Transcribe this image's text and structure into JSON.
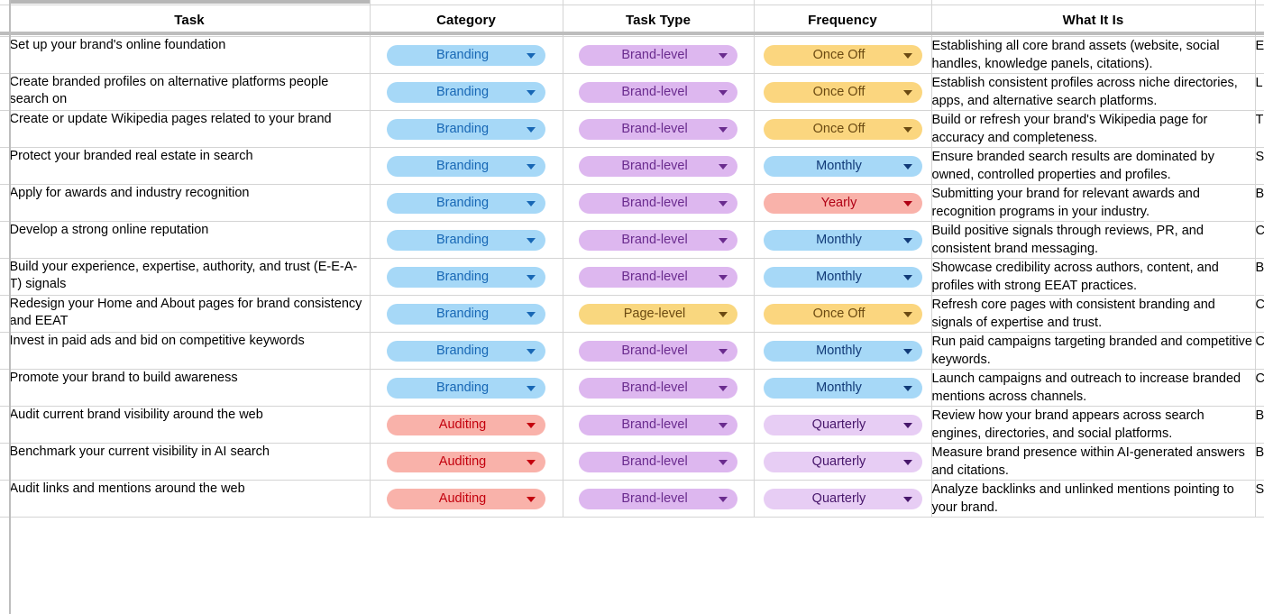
{
  "app": {
    "type": "spreadsheet-table",
    "frozen_header": true,
    "frozen_first_column": true
  },
  "colors": {
    "grid_line": "#d4d4d4",
    "freeze_bar": "#bdbdbd",
    "branding_bg": "#a6d8f7",
    "branding_fg": "#1767b5",
    "auditing_bg": "#f9b2aa",
    "auditing_fg": "#c3000d",
    "brand_level_bg": "#ddb7ef",
    "brand_level_fg": "#6a2b8e",
    "page_level_bg": "#f9d77f",
    "page_level_fg": "#6b4a12",
    "once_off_bg": "#fbd67f",
    "once_off_fg": "#6b4a12",
    "monthly_bg": "#a6d8f7",
    "monthly_fg": "#113a78",
    "yearly_bg": "#f9b2aa",
    "yearly_fg": "#b00014",
    "quarterly_bg": "#e7cdf4",
    "quarterly_fg": "#47166b"
  },
  "table": {
    "headers": {
      "task": "Task",
      "category": "Category",
      "task_type": "Task Type",
      "frequency": "Frequency",
      "what_it_is": "What It Is"
    },
    "rows": [
      {
        "task": "Set up your brand's online foundation",
        "category": "Branding",
        "task_type": "Brand-level",
        "frequency": "Once Off",
        "what_it_is": "Establishing all core brand assets (website, social handles, knowledge panels, citations).",
        "next": "E"
      },
      {
        "task": "Create branded profiles on alternative platforms people search on",
        "category": "Branding",
        "task_type": "Brand-level",
        "frequency": "Once Off",
        "what_it_is": "Establish consistent profiles across niche directories, apps, and alternative search platforms.",
        "next": "L"
      },
      {
        "task": "Create or update Wikipedia pages related to your brand",
        "category": "Branding",
        "task_type": "Brand-level",
        "frequency": "Once Off",
        "what_it_is": "Build or refresh your brand's Wikipedia page for accuracy and completeness.",
        "next": "T"
      },
      {
        "task": "Protect your branded real estate in search",
        "category": "Branding",
        "task_type": "Brand-level",
        "frequency": "Monthly",
        "what_it_is": "Ensure branded search results are dominated by owned, controlled properties and profiles.",
        "next": "S"
      },
      {
        "task": "Apply for awards and industry recognition",
        "category": "Branding",
        "task_type": "Brand-level",
        "frequency": "Yearly",
        "what_it_is": "Submitting your brand for relevant awards and recognition programs in your industry.",
        "next": "B"
      },
      {
        "task": "Develop a strong online reputation",
        "category": "Branding",
        "task_type": "Brand-level",
        "frequency": "Monthly",
        "what_it_is": "Build positive signals through reviews, PR, and consistent brand messaging.",
        "next": "C"
      },
      {
        "task": "Build your experience, expertise, authority, and trust (E-E-A-T) signals",
        "category": "Branding",
        "task_type": "Brand-level",
        "frequency": "Monthly",
        "what_it_is": "Showcase credibility across authors, content, and profiles with strong EEAT practices.",
        "next": "B"
      },
      {
        "task": "Redesign your Home and About pages for brand consistency and EEAT",
        "category": "Branding",
        "task_type": "Page-level",
        "frequency": "Once Off",
        "what_it_is": "Refresh core pages with consistent branding and signals of expertise and trust.",
        "next": "C"
      },
      {
        "task": "Invest in paid ads and bid on competitive keywords",
        "category": "Branding",
        "task_type": "Brand-level",
        "frequency": "Monthly",
        "what_it_is": "Run paid campaigns targeting branded and competitive keywords.",
        "next": "C"
      },
      {
        "task": "Promote your brand to build awareness",
        "category": "Branding",
        "task_type": "Brand-level",
        "frequency": "Monthly",
        "what_it_is": "Launch campaigns and outreach to increase branded mentions across channels.",
        "next": "C"
      },
      {
        "task": "Audit current brand visibility around the web",
        "category": "Auditing",
        "task_type": "Brand-level",
        "frequency": "Quarterly",
        "what_it_is": "Review how your brand appears across search engines, directories, and social platforms.",
        "next": "B"
      },
      {
        "task": "Benchmark your current visibility in AI search",
        "category": "Auditing",
        "task_type": "Brand-level",
        "frequency": "Quarterly",
        "what_it_is": "Measure brand presence within AI-generated answers and citations.",
        "next": "B"
      },
      {
        "task": "Audit links and mentions around the web",
        "category": "Auditing",
        "task_type": "Brand-level",
        "frequency": "Quarterly",
        "what_it_is": "Analyze backlinks and unlinked mentions pointing to your brand.",
        "next": "S"
      }
    ]
  },
  "dropdown_icon": "chevron-down-icon"
}
